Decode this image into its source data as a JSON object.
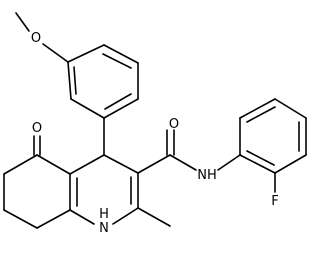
{
  "molecule": {
    "atom_labels": {
      "methoxy_oxygen": "O",
      "ketone_oxygen": "O",
      "amide_oxygen": "O",
      "amide_nh": "NH",
      "ring_nh_h": "H",
      "ring_nh_n": "N",
      "fluorine": "F"
    },
    "colors": {
      "bond": "#000000",
      "label": "#000000",
      "background": "#ffffff"
    }
  }
}
